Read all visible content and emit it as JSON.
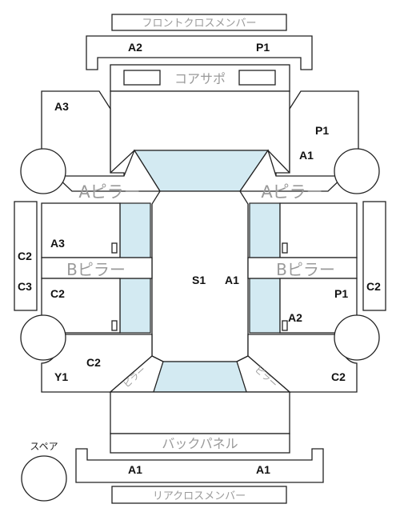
{
  "parts": {
    "front_cross_member": "フロントクロスメンバー",
    "core_support": "コアサポ",
    "a_pillar_left": "Aピラー",
    "a_pillar_right": "Aピラー",
    "b_pillar_left": "Bピラー",
    "b_pillar_right": "Bピラー",
    "c_pillar_left": "ピラー",
    "c_pillar_right": "ピラー",
    "back_panel": "バックパネル",
    "rear_cross_member": "リアクロスメンバー",
    "spare": "スペア"
  },
  "codes": {
    "front_member_left": "A2",
    "front_member_right": "P1",
    "front_left_fender": "A3",
    "front_right_fender_top": "P1",
    "front_right_fender_bottom": "A1",
    "left_rocker_top": "C2",
    "left_rocker_bottom": "C3",
    "left_front_door": "A3",
    "left_rear_door": "C2",
    "roof_left": "S1",
    "roof_right": "A1",
    "right_rear_door_top": "P1",
    "right_rear_door_bottom": "A2",
    "right_rocker": "C2",
    "left_quarter_top": "C2",
    "left_quarter_bottom": "Y1",
    "right_quarter": "C2",
    "rear_member_left": "A1",
    "rear_member_right": "A1"
  },
  "colors": {
    "glass": "#d3eaf2",
    "line": "#222222",
    "part_label": "#9a9a9a"
  }
}
